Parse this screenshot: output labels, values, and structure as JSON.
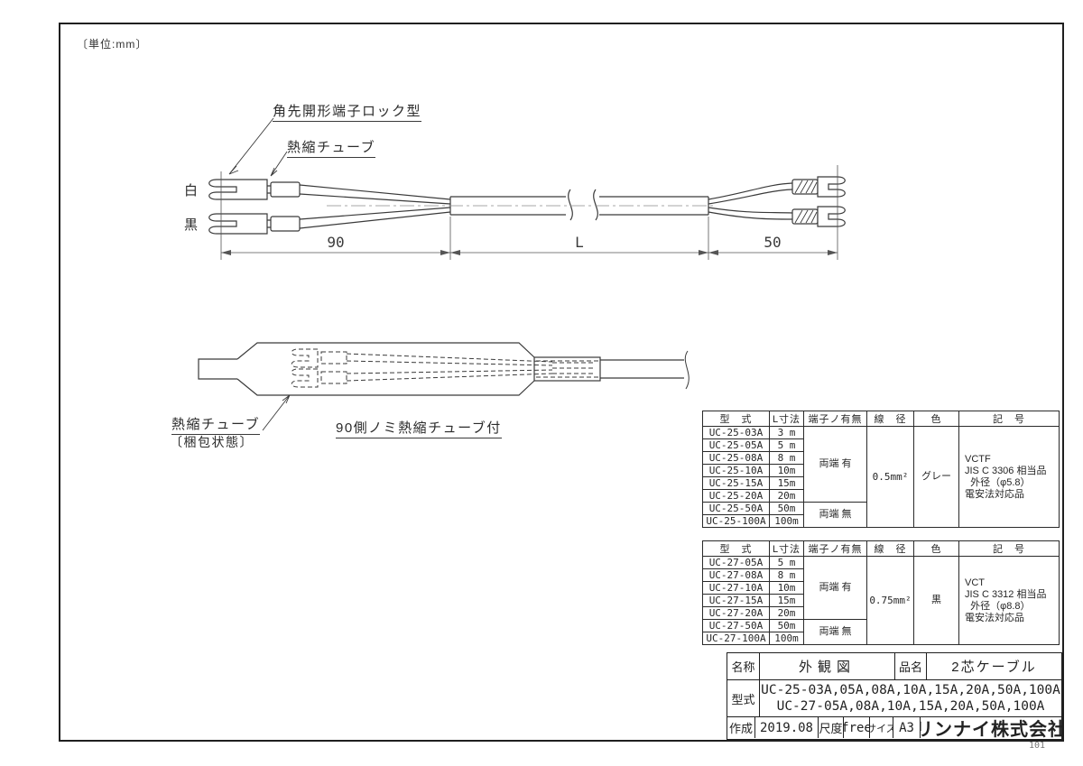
{
  "page": {
    "unit_note": "〔単位:mm〕",
    "page_number": "101"
  },
  "diagram": {
    "labels": {
      "terminal": "角先開形端子ロック型",
      "shrink_tube": "熱縮チューブ",
      "wire_white": "白",
      "wire_black": "黒",
      "dim_left": "90",
      "dim_mid": "L",
      "dim_right": "50",
      "packaged_shrink_tube": "熱縮チューブ",
      "packaged_state": "〔梱包状態〕",
      "packaged_note": "90側ノミ熱縮チューブ付"
    }
  },
  "tables": [
    {
      "headers": [
        "型　式",
        "L寸法",
        "端子ノ有無",
        "線　径",
        "色",
        "記　号"
      ],
      "rows": [
        {
          "model": "UC-25-03A",
          "len": "3 m"
        },
        {
          "model": "UC-25-05A",
          "len": "5 m"
        },
        {
          "model": "UC-25-08A",
          "len": "8 m"
        },
        {
          "model": "UC-25-10A",
          "len": "10m"
        },
        {
          "model": "UC-25-15A",
          "len": "15m"
        },
        {
          "model": "UC-25-20A",
          "len": "20m"
        },
        {
          "model": "UC-25-50A",
          "len": "50m"
        },
        {
          "model": "UC-25-100A",
          "len": "100m"
        }
      ],
      "terminal_groups": [
        {
          "label": "両端 有",
          "span": 6
        },
        {
          "label": "両端 無",
          "span": 2
        }
      ],
      "wire_gauge": "0.5mm²",
      "color": "グレー",
      "spec_lines": [
        "VCTF",
        "JIS C 3306 相当品",
        "  外径（φ5.8）",
        "電安法対応品"
      ]
    },
    {
      "headers": [
        "型　式",
        "L寸法",
        "端子ノ有無",
        "線　径",
        "色",
        "記　号"
      ],
      "rows": [
        {
          "model": "UC-27-05A",
          "len": "5 m"
        },
        {
          "model": "UC-27-08A",
          "len": "8 m"
        },
        {
          "model": "UC-27-10A",
          "len": "10m"
        },
        {
          "model": "UC-27-15A",
          "len": "15m"
        },
        {
          "model": "UC-27-20A",
          "len": "20m"
        },
        {
          "model": "UC-27-50A",
          "len": "50m"
        },
        {
          "model": "UC-27-100A",
          "len": "100m"
        }
      ],
      "terminal_groups": [
        {
          "label": "両端 有",
          "span": 5
        },
        {
          "label": "両端 無",
          "span": 2
        }
      ],
      "wire_gauge": "0.75mm²",
      "color": "黒",
      "spec_lines": [
        "VCT",
        "JIS C 3312 相当品",
        "  外径（φ8.8）",
        "電安法対応品"
      ]
    }
  ],
  "title_block": {
    "name_label": "名称",
    "name_value": "外観図",
    "product_label": "品名",
    "product_value": "2芯ケーブル",
    "model_label": "型式",
    "model_line1": "UC-25-03A,05A,08A,10A,15A,20A,50A,100A",
    "model_line2": "UC-27-05A,08A,10A,15A,20A,50A,100A",
    "created_label": "作成",
    "created_value": "2019.08",
    "scale_label": "尺度",
    "scale_value": "free",
    "size_label": "サイズ",
    "size_value": "A3",
    "company": "リンナイ株式会社"
  }
}
